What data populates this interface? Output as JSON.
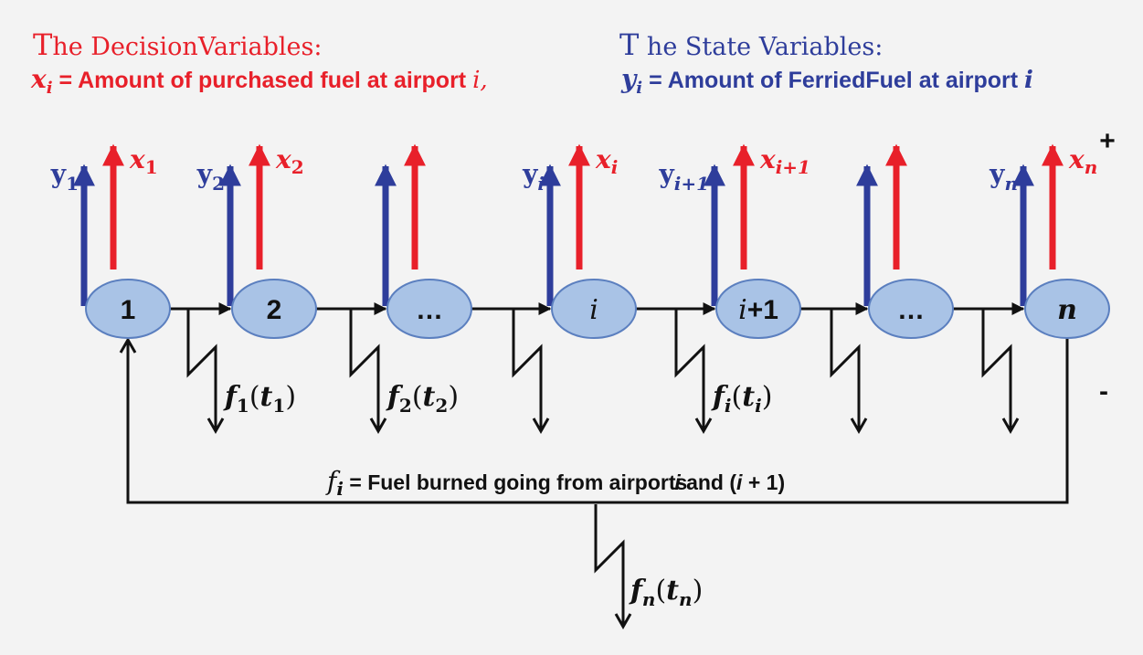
{
  "colors": {
    "red": "#e8202a",
    "blue": "#2e3d9b",
    "node_fill": "#a9c3e6",
    "node_stroke": "#5b7fbf",
    "black": "#111111"
  },
  "header": {
    "decision_first": "T",
    "decision_rest": "he DecisionVariables:",
    "decision_var": "x",
    "decision_sub": "i",
    "decision_def": " = Amount of purchased fuel at airport ",
    "decision_tail": "i,",
    "state_first": "T",
    "state_rest": " he State Variables:",
    "state_var": "y",
    "state_sub": "i",
    "state_def": " = Amount of FerriedFuel at airport ",
    "state_tail": "i"
  },
  "nodes": [
    {
      "label": "1",
      "italic": false,
      "bold": true
    },
    {
      "label": "2",
      "italic": false,
      "bold": true
    },
    {
      "label": "…",
      "italic": false,
      "bold": true
    },
    {
      "label": "i",
      "italic": true,
      "bold": false
    },
    {
      "label": "i+1",
      "italic": false,
      "bold": true
    },
    {
      "label": "…",
      "italic": false,
      "bold": true
    },
    {
      "label": "n",
      "italic": true,
      "bold": true
    }
  ],
  "arrow_labels": {
    "y": [
      {
        "base": "y",
        "sub": "1"
      },
      {
        "base": "y",
        "sub": "2"
      },
      null,
      {
        "base": "y",
        "sub": "i"
      },
      {
        "base": "y",
        "sub": "i+1"
      },
      null,
      {
        "base": "y",
        "sub": "n"
      }
    ],
    "x": [
      {
        "base": "x",
        "sub": "1"
      },
      {
        "base": "x",
        "sub": "2"
      },
      null,
      {
        "base": "x",
        "sub": "i"
      },
      {
        "base": "x",
        "sub": "i+1"
      },
      null,
      {
        "base": "x",
        "sub": "n"
      }
    ]
  },
  "burn_labels": [
    {
      "f": "f",
      "sub": "1",
      "t": "t",
      "tsub": "1"
    },
    {
      "f": "f",
      "sub": "2",
      "t": "t",
      "tsub": "2"
    },
    null,
    {
      "f": "f",
      "sub": "i",
      "t": "t",
      "tsub": "i"
    },
    null,
    null
  ],
  "feedback_label": {
    "f": "f",
    "sub": "i",
    "text": " = Fuel burned going from airports",
    "i": "i",
    "and": " and (",
    "i2": "i",
    "plus": " + 1)"
  },
  "return_burn": {
    "f": "f",
    "sub": "n",
    "t": "t",
    "tsub": "n"
  },
  "plus_sign": "+",
  "minus_sign": "-"
}
